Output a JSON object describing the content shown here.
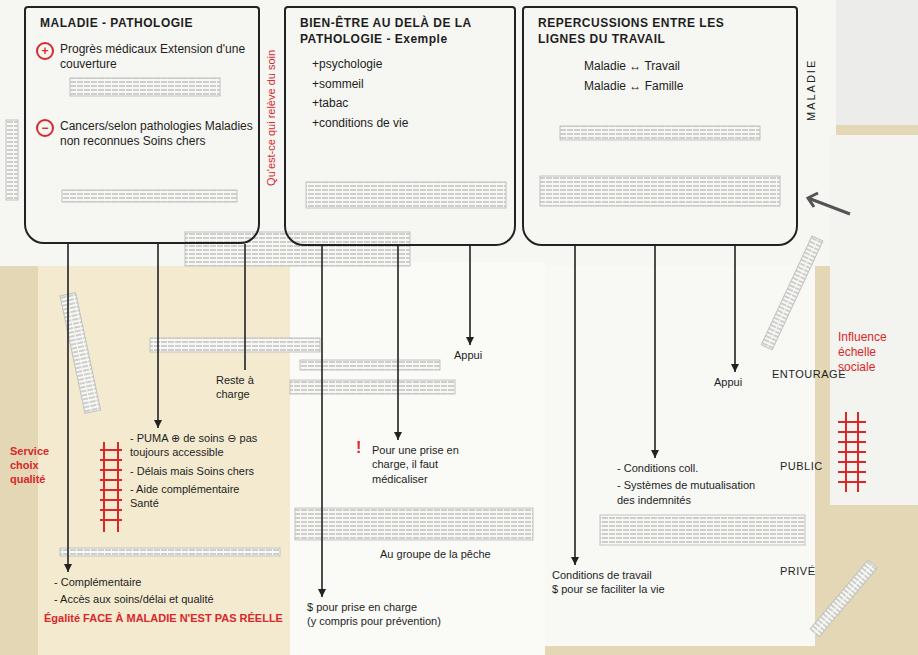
{
  "diagram": {
    "nodes": [
      {
        "text": [
          "MALADIE - PATHOLOGIE",
          "+",
          "Progrès médicaux Extension d'une couverture",
          "−",
          "Cancers/selon pathologies Maladies non reconnues Soins chers"
        ]
      },
      {
        "text": [
          "BIEN-ÊTRE AU DELÀ DE LA PATHOLOGIE - Exemple",
          "+psychologie",
          "+sommeil",
          "+tabac",
          "+conditions de vie"
        ]
      },
      {
        "text": [
          "REPERCUSSIONS ENTRE LES LIGNES DU TRAVAIL",
          "Maladie ↔ Travail",
          "Maladie ↔ Famille"
        ]
      },
      {
        "text": [
          "Reste à charge"
        ]
      },
      {
        "text": [
          "Appui"
        ]
      },
      {
        "text": [
          "Appui"
        ]
      },
      {
        "text": [
          "ENTOURAGE"
        ]
      },
      {
        "text": [
          "- PUMA ⊕ de soins ⊖ pas toujours accessible",
          "- Délais mais Soins chers",
          "- Aide complémentaire Santé"
        ]
      },
      {
        "text": [
          "Pour une prise en charge, il faut médicaliser"
        ]
      },
      {
        "text": [
          "- Conditions coll.",
          "- Systèmes de mutualisation des indemnités"
        ]
      },
      {
        "text": [
          "Conditions de travail",
          "$ pour se faciliter la vie"
        ]
      },
      {
        "text": [
          "$ pour prise en charge",
          "(y compris pour prévention)"
        ]
      },
      {
        "text": [
          "- Complémentaire",
          "- Accès aux soins/délai et qualité"
        ]
      }
    ],
    "edges": [
      {
        "from": 0,
        "to": 12,
        "arrow": "to"
      },
      {
        "from": 0,
        "to": 7,
        "arrow": "to"
      },
      {
        "from": 0,
        "to": 3,
        "arrow": "none"
      },
      {
        "from": 1,
        "to": 11,
        "arrow": "to"
      },
      {
        "from": 1,
        "to": 8,
        "arrow": "to"
      },
      {
        "from": 1,
        "to": 4,
        "arrow": "to"
      },
      {
        "from": 2,
        "to": 10,
        "arrow": "to"
      },
      {
        "from": 2,
        "to": 9,
        "arrow": "to"
      },
      {
        "from": 2,
        "to": 5,
        "arrow": "to"
      }
    ],
    "labels": [
      "Qu'est-ce qui relève du soin",
      "MALADIE",
      "!",
      "Au groupe de la pêche",
      "Service choix qualité",
      "Égalité FACE À MALADIE N'EST PAS RÉELLE",
      "Influence échelle sociale",
      "PUBLIC",
      "PRIVÉ"
    ]
  }
}
